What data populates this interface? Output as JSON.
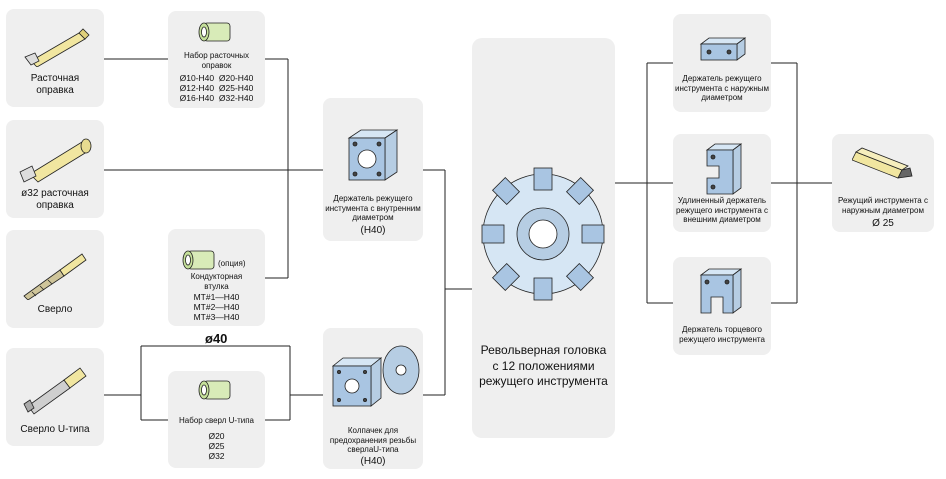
{
  "left_items": {
    "boring_bar": "Расточная\nоправка",
    "boring_bar_32": "ø32 расточная\nоправка",
    "drill": "Сверло",
    "u_drill": "Сверло U-типа"
  },
  "sleeves": {
    "boring_set_title": "Набор расточных\nоправок",
    "boring_set_sizes": "Ø10-H40  Ø20-H40\nØ12-H40  Ø25-H40\nØ16-H40  Ø32-H40",
    "option_label": "(опция)",
    "drill_bushing_title": "Кондукторная\nвтулка",
    "drill_bushing_sizes": "MT#1—H40\nMT#2—H40\nMT#3—H40",
    "u_drill_set_title": "Набор сверл U-типа",
    "u_drill_set_sizes": "Ø20\nØ25\nØ32"
  },
  "diameter_label": "ø40",
  "holders": {
    "internal_holder": "Держатель режущего\nинстумента с внутренним\nдиаметром",
    "internal_holder_code": "(H40)",
    "cap_label": "Колпачек для\nпредохранения резьбы\nсверлаU-типа",
    "cap_code": "(H40)"
  },
  "turret_label": "Револьверная головка\nс 12 положениями\nрежущего инструмента",
  "right_items": {
    "od_holder": "Держатель режущего\nинструмента с наружным\nдиаметром",
    "extended_od_holder": "Удлиненный держатель\nрежущего инструмента с\nвнешним диаметром",
    "face_holder": "Держатель торцевого\nрежущего инструмента",
    "od_tool": "Режущий инструмента с\nнаружным диаметром",
    "od_tool_size": "Ø 25"
  }
}
